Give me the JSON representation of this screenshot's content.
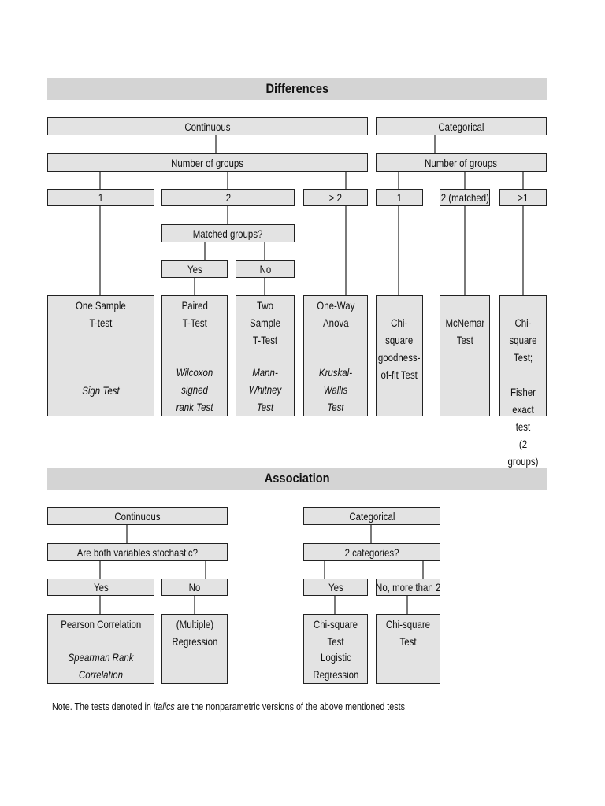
{
  "differences": {
    "title": "Differences",
    "continuous": "Continuous",
    "categorical": "Categorical",
    "cont_num_groups": "Number of groups",
    "cat_num_groups": "Number of groups",
    "g1": "1",
    "g2": "2",
    "g_gt2": "> 2",
    "c1": "1",
    "c2_matched": "2 (matched)",
    "c_gt1": ">1",
    "matched_groups": "Matched groups?",
    "yes": "Yes",
    "no": "No",
    "one_sample": "One Sample\nT-test",
    "sign_test": "Sign Test",
    "paired": "Paired\nT-Test",
    "wilcoxon": "Wilcoxon signed\nrank Test",
    "two_sample": "Two Sample\nT-Test",
    "mann_whitney": "Mann-Whitney\nTest",
    "one_way": "One-Way\nAnova",
    "kruskal": "Kruskal-Wallis\nTest",
    "chi_gof": "Chi-square\ngoodness-\nof-fit Test",
    "mcnemar": "McNemar\nTest",
    "chi_fisher": "Chi-square\nTest;\n\nFisher\nexact test\n(2 groups)"
  },
  "association": {
    "title": "Association",
    "continuous": "Continuous",
    "categorical": "Categorical",
    "stochastic": "Are both variables stochastic?",
    "two_categories": "2 categories?",
    "yes_cont": "Yes",
    "no_cont": "No",
    "yes_cat": "Yes",
    "no_more_than_2": "No, more than 2",
    "pearson": "Pearson Correlation",
    "spearman": "Spearman Rank Correlation",
    "regression": "(Multiple)\nRegression",
    "chi_square_test": "Chi-square Test",
    "logistic": "Logistic\nRegression",
    "chi_square_test2": "Chi-square Test"
  },
  "note": {
    "prefix": "Note. The tests denoted in ",
    "italic": "italics",
    "suffix": " are the nonparametric versions of the above mentioned tests."
  }
}
